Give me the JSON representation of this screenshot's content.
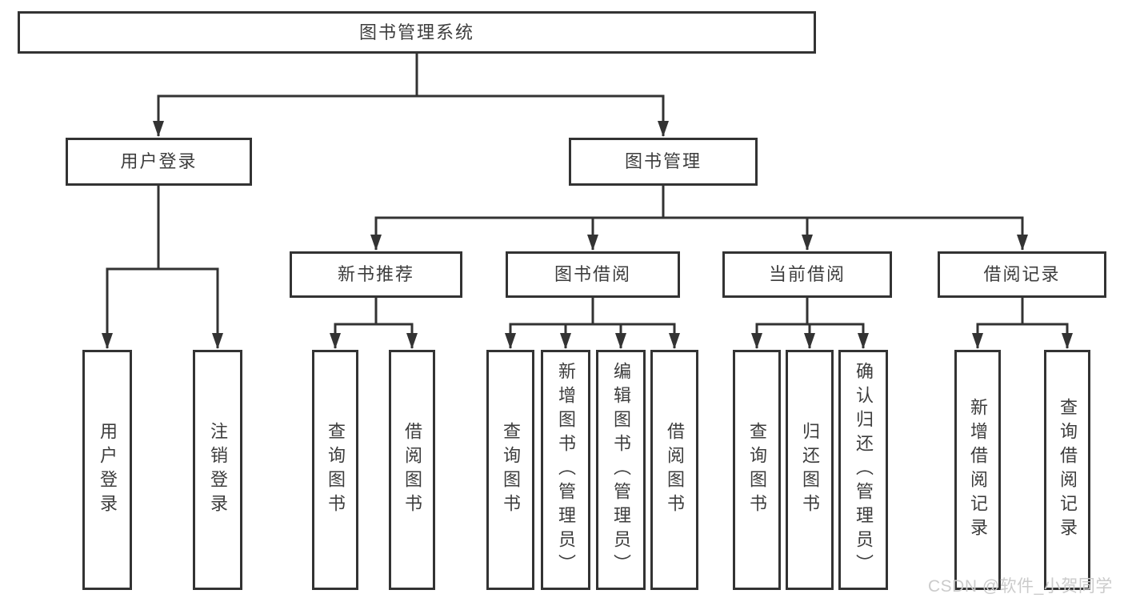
{
  "diagram": {
    "root": {
      "label": "图书管理系统"
    },
    "level2": [
      {
        "label": "用户登录",
        "parent": "图书管理系统"
      },
      {
        "label": "图书管理",
        "parent": "图书管理系统"
      }
    ],
    "level3": [
      {
        "label": "新书推荐",
        "parent": "图书管理"
      },
      {
        "label": "图书借阅",
        "parent": "图书管理"
      },
      {
        "label": "当前借阅",
        "parent": "图书管理"
      },
      {
        "label": "借阅记录",
        "parent": "图书管理"
      }
    ],
    "leaves": [
      {
        "label": "用户登录",
        "parent": "用户登录"
      },
      {
        "label": "注销登录",
        "parent": "用户登录"
      },
      {
        "label": "查询图书",
        "parent": "新书推荐"
      },
      {
        "label": "借阅图书",
        "parent": "新书推荐"
      },
      {
        "label": "查询图书",
        "parent": "图书借阅"
      },
      {
        "label": "新增图书（管理员）",
        "parent": "图书借阅"
      },
      {
        "label": "编辑图书（管理员）",
        "parent": "图书借阅"
      },
      {
        "label": "借阅图书",
        "parent": "图书借阅"
      },
      {
        "label": "查询图书",
        "parent": "当前借阅"
      },
      {
        "label": "归还图书",
        "parent": "当前借阅"
      },
      {
        "label": "确认归还（管理员）",
        "parent": "当前借阅"
      },
      {
        "label": "新增借阅记录",
        "parent": "借阅记录"
      },
      {
        "label": "查询借阅记录",
        "parent": "借阅记录"
      }
    ]
  },
  "watermark": {
    "text": "CSDN @软件_小贺同学"
  },
  "colors": {
    "line": "#333333",
    "box_border": "#333333",
    "box_fill": "#ffffff",
    "text": "#3d3d3d",
    "background": "#ffffff",
    "watermark": "#cbcbcb"
  }
}
